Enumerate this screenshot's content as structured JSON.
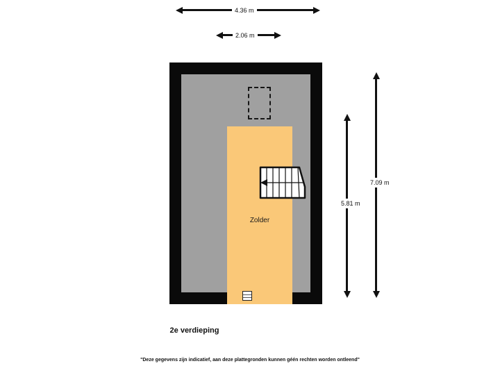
{
  "plan": {
    "floor_title": "2e verdieping",
    "disclaimer": "\"Deze gegevens zijn indicatief, aan deze plattegronden kunnen géén rechten worden ontleend\"",
    "rooms": [
      {
        "name": "Zolder",
        "label": "Zolder",
        "fill_color": "#fac878"
      }
    ],
    "areas": {
      "sloped_fill": "#a0a0a0",
      "wall_color": "#0a0a0a",
      "background": "#ffffff"
    },
    "features": {
      "dormer_label": "dormer-dashed-outline",
      "stairs_label": "staircase",
      "stairs_direction": "left",
      "window_label": "bottom-wall-window"
    }
  },
  "dimensions": {
    "top_outer": {
      "label": "4.36 m",
      "value": 4.36,
      "unit": "m",
      "orientation": "horizontal"
    },
    "top_inner": {
      "label": "2.06 m",
      "value": 2.06,
      "unit": "m",
      "orientation": "horizontal"
    },
    "right_inner": {
      "label": "5.81 m",
      "value": 5.81,
      "unit": "m",
      "orientation": "vertical"
    },
    "right_outer": {
      "label": "7.09 m",
      "value": 7.09,
      "unit": "m",
      "orientation": "vertical"
    }
  }
}
